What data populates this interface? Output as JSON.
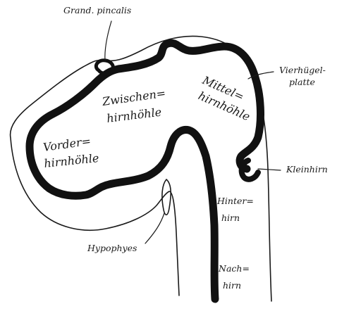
{
  "figure": {
    "labels": {
      "grand_pincalis": "Grand. pincalis",
      "vierhuegel_line1": "Vierhügel-",
      "vierhuegel_line2": "platte",
      "zwischen_line1": "Zwischen=",
      "zwischen_line2": "hirnhöhle",
      "mittel_line1": "Mittel=",
      "mittel_line2": "hirnhöhle",
      "vorder_line1": "Vorder=",
      "vorder_line2": "hirnhöhle",
      "kleinhirn": "Kleinhirn",
      "hinter_line1": "Hinter=",
      "hinter_line2": "hirn",
      "hypophyes": "Hypophyes",
      "nach_line1": "Nach=",
      "nach_line2": "hirn"
    },
    "colors": {
      "ink": "#111111",
      "background": "#ffffff"
    }
  }
}
